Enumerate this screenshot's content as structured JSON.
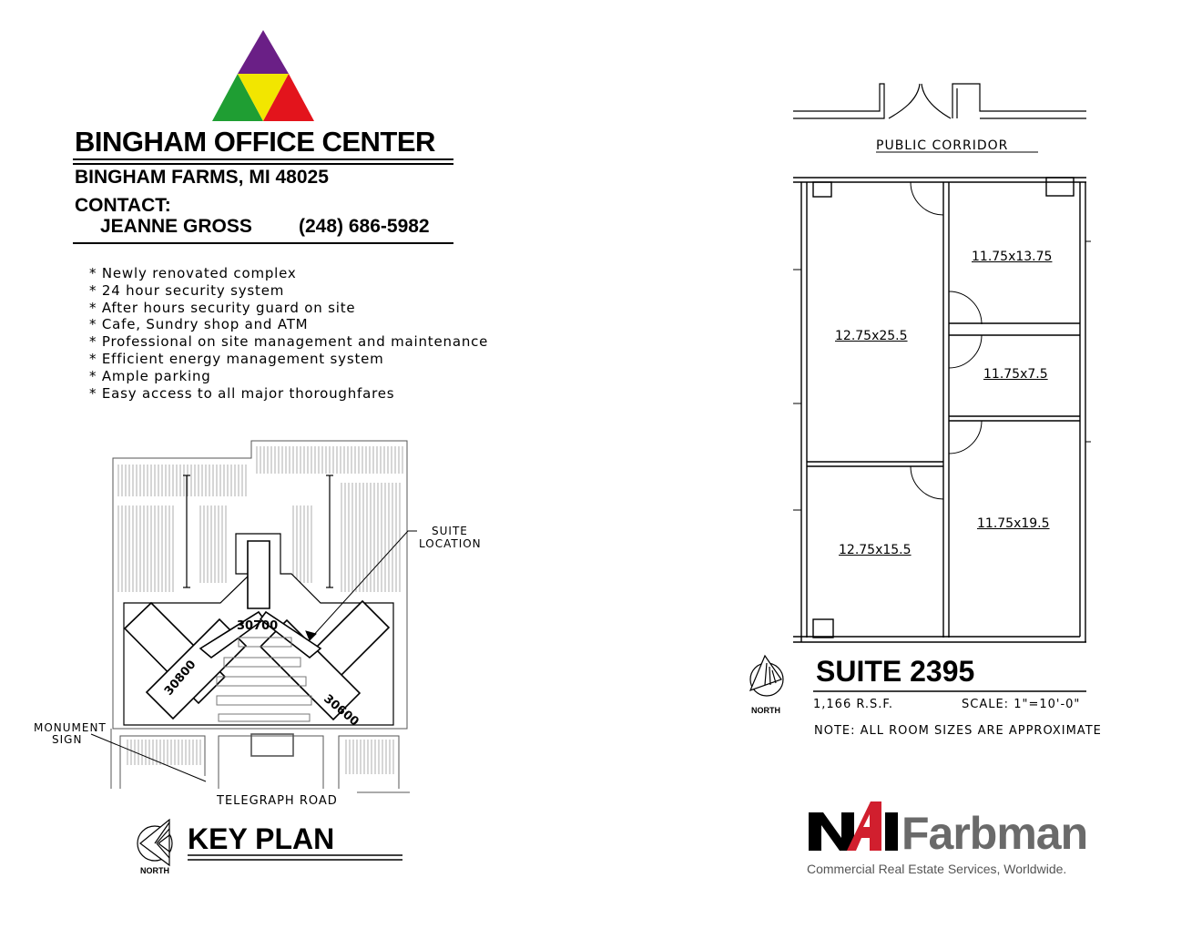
{
  "header": {
    "title": "BINGHAM OFFICE CENTER",
    "address": "BINGHAM FARMS, MI 48025",
    "contact_label": "CONTACT:",
    "contact_name": "JEANNE GROSS",
    "contact_phone": "(248) 686-5982"
  },
  "features": [
    "* Newly renovated complex",
    "* 24 hour security system",
    "* After hours security guard on site",
    "* Cafe, Sundry shop and ATM",
    "* Professional on site management and maintenance",
    "* Efficient energy management system",
    "* Ample parking",
    "* Easy access to all major thoroughfares"
  ],
  "key_plan": {
    "title": "KEY PLAN",
    "north": "NORTH",
    "suite_location": [
      "SUITE",
      "LOCATION"
    ],
    "monument_sign": [
      "MONUMENT",
      "SIGN"
    ],
    "road": "TELEGRAPH ROAD",
    "buildings": [
      "30700",
      "30800",
      "30600"
    ]
  },
  "floor_plan": {
    "corridor": "PUBLIC CORRIDOR",
    "rooms": [
      "11.75x13.75",
      "12.75x25.5",
      "11.75x7.5",
      "12.75x15.5",
      "11.75x19.5"
    ],
    "suite": "SUITE 2395",
    "area": "1,166 R.S.F.",
    "scale": "SCALE: 1\"=10'-0\"",
    "note": "NOTE: ALL ROOM SIZES ARE APPROXIMATE",
    "north": "NORTH"
  },
  "logo": {
    "brand_mark": "NAI",
    "brand_name": "Farbman",
    "tagline": "Commercial Real Estate Services, Worldwide."
  },
  "colors": {
    "triangle_purple": "#6a1f86",
    "triangle_yellow": "#f2e600",
    "triangle_green": "#1f9e33",
    "triangle_red": "#e3141c",
    "nai_red": "#d11f2e"
  }
}
